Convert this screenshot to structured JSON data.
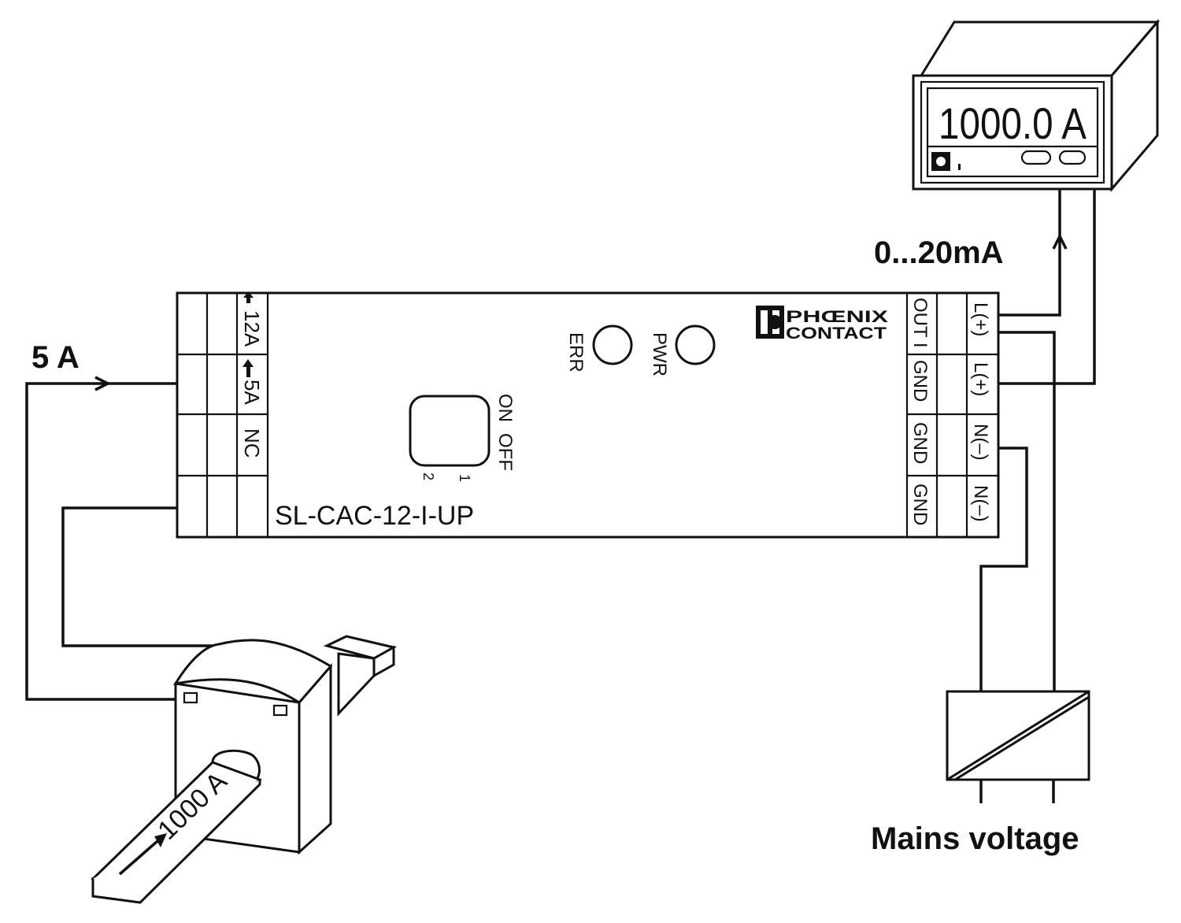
{
  "labels": {
    "input_current": "5 A",
    "output_signal": "0...20mA",
    "supply": "Mains voltage",
    "primary_current": "1000 A",
    "model": "SL-CAC-12-I-UP",
    "brand_line1": "PHŒNIX",
    "brand_line2": "CONTACT"
  },
  "display": {
    "reading": "1000.0 A"
  },
  "leds": {
    "err": "ERR",
    "pwr": "PWR"
  },
  "dip_switch": {
    "on": "ON",
    "off": "OFF",
    "pos1": "1",
    "pos2": "2"
  },
  "left_terminals": [
    "12A",
    "5A",
    "NC"
  ],
  "right_terminals_inner": [
    "OUT I",
    "GND",
    "GND",
    "GND"
  ],
  "right_terminals_outer": [
    "L(+)",
    "L(+)",
    "N(–)",
    "N(–)"
  ]
}
